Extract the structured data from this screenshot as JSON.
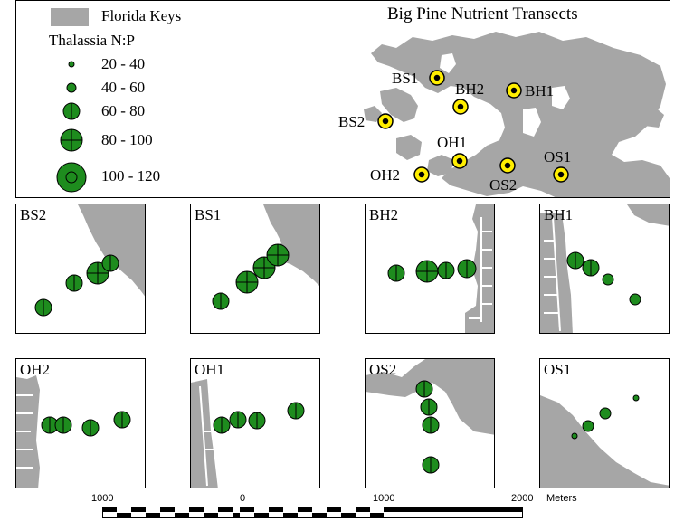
{
  "map": {
    "title": "Big Pine Nutrient Transects",
    "legend": {
      "land_label": "Florida Keys",
      "symbol_title": "Thalassia N:P",
      "classes": [
        "20 - 40",
        "40 - 60",
        "60 - 80",
        "80 - 100",
        "100 - 120"
      ]
    },
    "overview_sites": [
      "BS1",
      "BH2",
      "BH1",
      "BS2",
      "OH1",
      "OH2",
      "OS2",
      "OS1"
    ],
    "insets": [
      "BS2",
      "BS1",
      "BH2",
      "BH1",
      "OH2",
      "OH1",
      "OS2",
      "OS1"
    ],
    "scale_bar": {
      "labels": [
        "1000",
        "0",
        "1000",
        "2000"
      ],
      "units": "Meters"
    },
    "colors": {
      "land": "#a6a6a6",
      "marker_fill": "#1e8c1e",
      "site_ring": "#ffee00",
      "frame": "#000000"
    }
  }
}
